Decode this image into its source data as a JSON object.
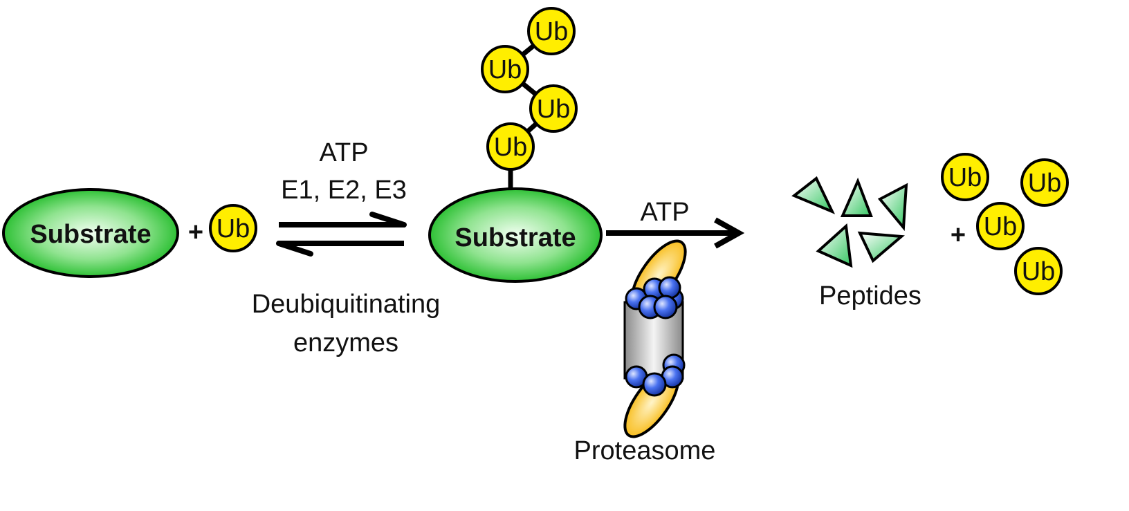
{
  "substrate_label": "Substrate",
  "ubiquitin_label": "Ub",
  "plus": "+",
  "forward_conditions": [
    "ATP",
    "E1, E2, E3"
  ],
  "reverse_conditions": [
    "Deubiquitinating",
    "enzymes"
  ],
  "degradation_condition": "ATP",
  "proteasome_label": "Proteasome",
  "peptides_label": "Peptides",
  "colors": {
    "substrate_fill": "#22c42c",
    "substrate_highlight": "#eaffea",
    "ubiquitin_fill": "#ffee00",
    "peptide_fill": "#4fd47a",
    "proteasome_cap": "#ffc21a",
    "proteasome_body": "#bdbdbd",
    "proteasome_subunit": "#1f4fd8",
    "arrow": "#000000"
  },
  "icons": {
    "substrate": "green-ellipse",
    "ubiquitin": "yellow-circle",
    "peptide": "green-triangle",
    "proteasome": "barrel-with-caps"
  }
}
